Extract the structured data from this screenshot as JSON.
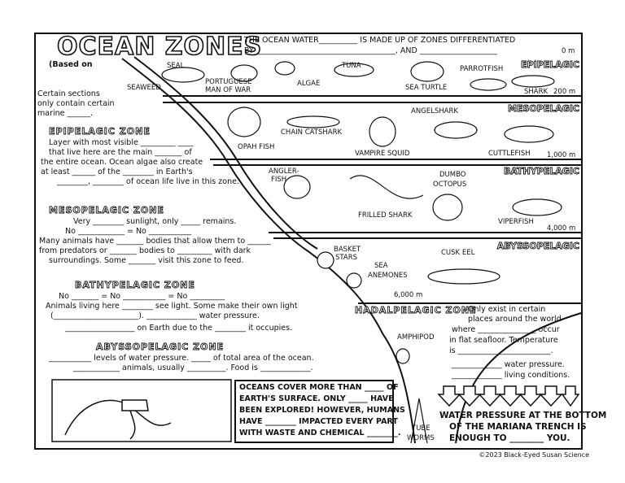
{
  "title": "OCEAN ZONES",
  "intro": {
    "line1": "THE OCEAN WATER__________ IS MADE UP OF  ZONES DIFFERENTIATED",
    "line2": "BY ____________________________________, AND ____________________",
    "based": "(Based on"
  },
  "left_note": [
    "Certain sections",
    "only contain certain",
    "marine ______."
  ],
  "epi": {
    "heading": "EPIPELAGIC ZONE",
    "lines": [
      "Layer with most visible _________ ____",
      "that live here are the main _______ of",
      "the entire ocean.  Ocean algae also create",
      "at least ______ of the ________ in Earth's",
      "________, ________ of ocean life live in this zone."
    ]
  },
  "meso": {
    "heading": "MESOPELAGIC ZONE",
    "lines": [
      "Very ________ sunlight, only _____ remains.",
      "No ____________ = No ___________",
      "Many animals have _______ bodies that allow them to ______",
      "from predators or _______ bodies to _________ with dark",
      "surroundings.  Some _______ visit this zone to feed."
    ]
  },
  "bathy": {
    "heading": "BATHYPELAGIC ZONE",
    "lines": [
      "No _______ = No ___________ = No _________",
      "Animals living here ________ see light.  Some make their own light",
      "(______________________).  _____________ water pressure.",
      "__________________ on Earth due to the ________ it occupies."
    ]
  },
  "abysso": {
    "heading": "ABYSSOPELAGIC ZONE",
    "lines": [
      "___________ levels of water pressure. _____ of total area of the ocean.",
      "____________ animals, usually __________. Food is _____________."
    ]
  },
  "hadal": {
    "heading": "HADALPELAGIC ZONE",
    "lines": [
      "Only exist in certain",
      "places around the world",
      "where _______________ occur",
      "in flat seafloor. Temperature",
      "is ________________________.",
      "_____________ water pressure.",
      "_____________ living conditions."
    ]
  },
  "zones_right": [
    "EPIPELAGIC",
    "MESOPELAGIC",
    "BATHYPELAGIC",
    "ABYSSOPELAGIC"
  ],
  "depths": [
    "0 m",
    "200 m",
    "1,000 m",
    "4,000 m",
    "6,000 m"
  ],
  "animals": {
    "seal": "SEAL",
    "seaweed": "SEAWEED",
    "portuguese": "PORTUGUESE",
    "manofwar": "MAN OF WAR",
    "algae": "ALGAE",
    "tuna": "TUNA",
    "turtle": "SEA TURTLE",
    "parrotfish": "PARROTFISH",
    "shark": "SHARK",
    "opah": "OPAH FISH",
    "catshark": "CHAIN CATSHARK",
    "squid": "VAMPIRE SQUID",
    "angelshark": "ANGELSHARK",
    "cuttlefish": "CUTTLEFISH",
    "angler1": "ANGLER-",
    "angler2": "FISH",
    "frilled": "FRILLED SHARK",
    "dumbo1": "DUMBO",
    "dumbo2": "OCTOPUS",
    "viper": "VIPERFISH",
    "basket1": "BASKET",
    "basket2": "STARS",
    "anem1": "SEA",
    "anem2": "ANEMONES",
    "cusk": "CUSK EEL",
    "amphipod": "AMPHIPOD",
    "tube1": "TUBE",
    "tube2": "WORMS"
  },
  "oceans_box": [
    "OCEANS COVER MORE THAN _____ OF",
    "EARTH'S SURFACE. ONLY _____ HAVE",
    "BEEN EXPLORED!  HOWEVER, HUMANS",
    "HAVE ________ IMPACTED EVERY PART",
    "WITH WASTE AND CHEMICAL ________."
  ],
  "pressure_box": [
    "WATER PRESSURE AT THE BOTTOM",
    "OF THE MARIANA TRENCH IS",
    "ENOUGH TO ________ YOU."
  ],
  "footer": "©2023 Black-Eyed Susan Science"
}
